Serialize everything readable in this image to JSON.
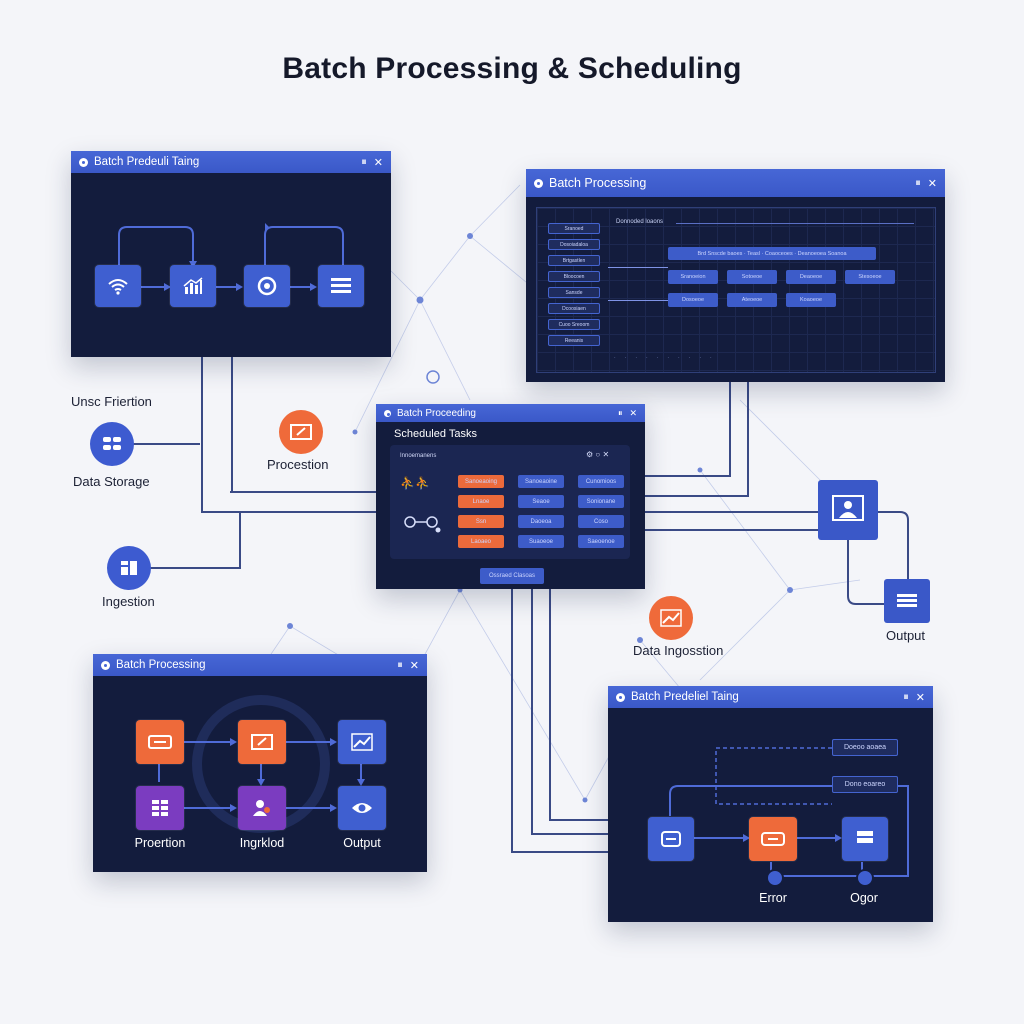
{
  "title": "Batch Processing & Scheduling",
  "windows": {
    "top_left": {
      "title": "Batch Predeuli Taing"
    },
    "top_right": {
      "title": "Batch Processing",
      "header_text": "Donnoded loaons",
      "list_items": [
        "Sranoed",
        "Dosoiadaloa",
        "Brtgastlen",
        "Bloocoen",
        "Sansde",
        "Dcoosiaen",
        "Cuoo Sreoom",
        "Reeanis"
      ],
      "bar_text": "Brd Snscde baoes  ·  Teasl  ·  Coaoceoes  ·  Deanoeoea Soanoa",
      "row1": [
        "Sranoeion",
        "Sotoeoe",
        "Deaoeoe",
        "Stesoeoe"
      ],
      "row2": [
        "Dosoeoe",
        "Ateoeoe",
        "Koaoeoe"
      ]
    },
    "center": {
      "title": "Batch Proceeding",
      "subtitle": "Scheduled Tasks",
      "inner_title": "Innoemanens",
      "col1": [
        "Sanoeaoing",
        "Lnaoe",
        "Ssn",
        "Laoaeo"
      ],
      "col2": [
        "Sanoeaoine",
        "Seaoe",
        "Daoeoa",
        "Suaoeoe"
      ],
      "col3": [
        "Cunomioos",
        "Sonionane",
        "Coso",
        "Saeoenoe"
      ],
      "button": "Ossraed Clasoas"
    },
    "bottom_left": {
      "title": "Batch Processing",
      "labels": [
        "Proertion",
        "Ingrklod",
        "Output"
      ]
    },
    "bottom_right": {
      "title": "Batch Predeliel Taing",
      "box1": "Doeoo aoaea",
      "box2": "Dono eoareo",
      "labels": [
        "Error",
        "Ogor"
      ]
    }
  },
  "floating": {
    "label1": "Unsc Friertion",
    "label2": "Data Storage",
    "label3": "Procestion",
    "label4": "Ingestion",
    "label5": "Data Ingosstion",
    "label6": "Output"
  },
  "colors": {
    "window_bg": "#131c3d",
    "titlebar": "#4767d6",
    "node_blue": "#3f5fd0",
    "node_orange": "#ee6a3a",
    "node_purple": "#7b3cc0",
    "connector": "#3a4a86"
  },
  "icons": [
    "wifi-icon",
    "chart-icon",
    "gear-icon",
    "list-icon",
    "storage-icon",
    "folder-edit-icon",
    "server-icon",
    "database-icon",
    "monitor-icon",
    "eye-icon",
    "play-icon",
    "network-icon"
  ]
}
